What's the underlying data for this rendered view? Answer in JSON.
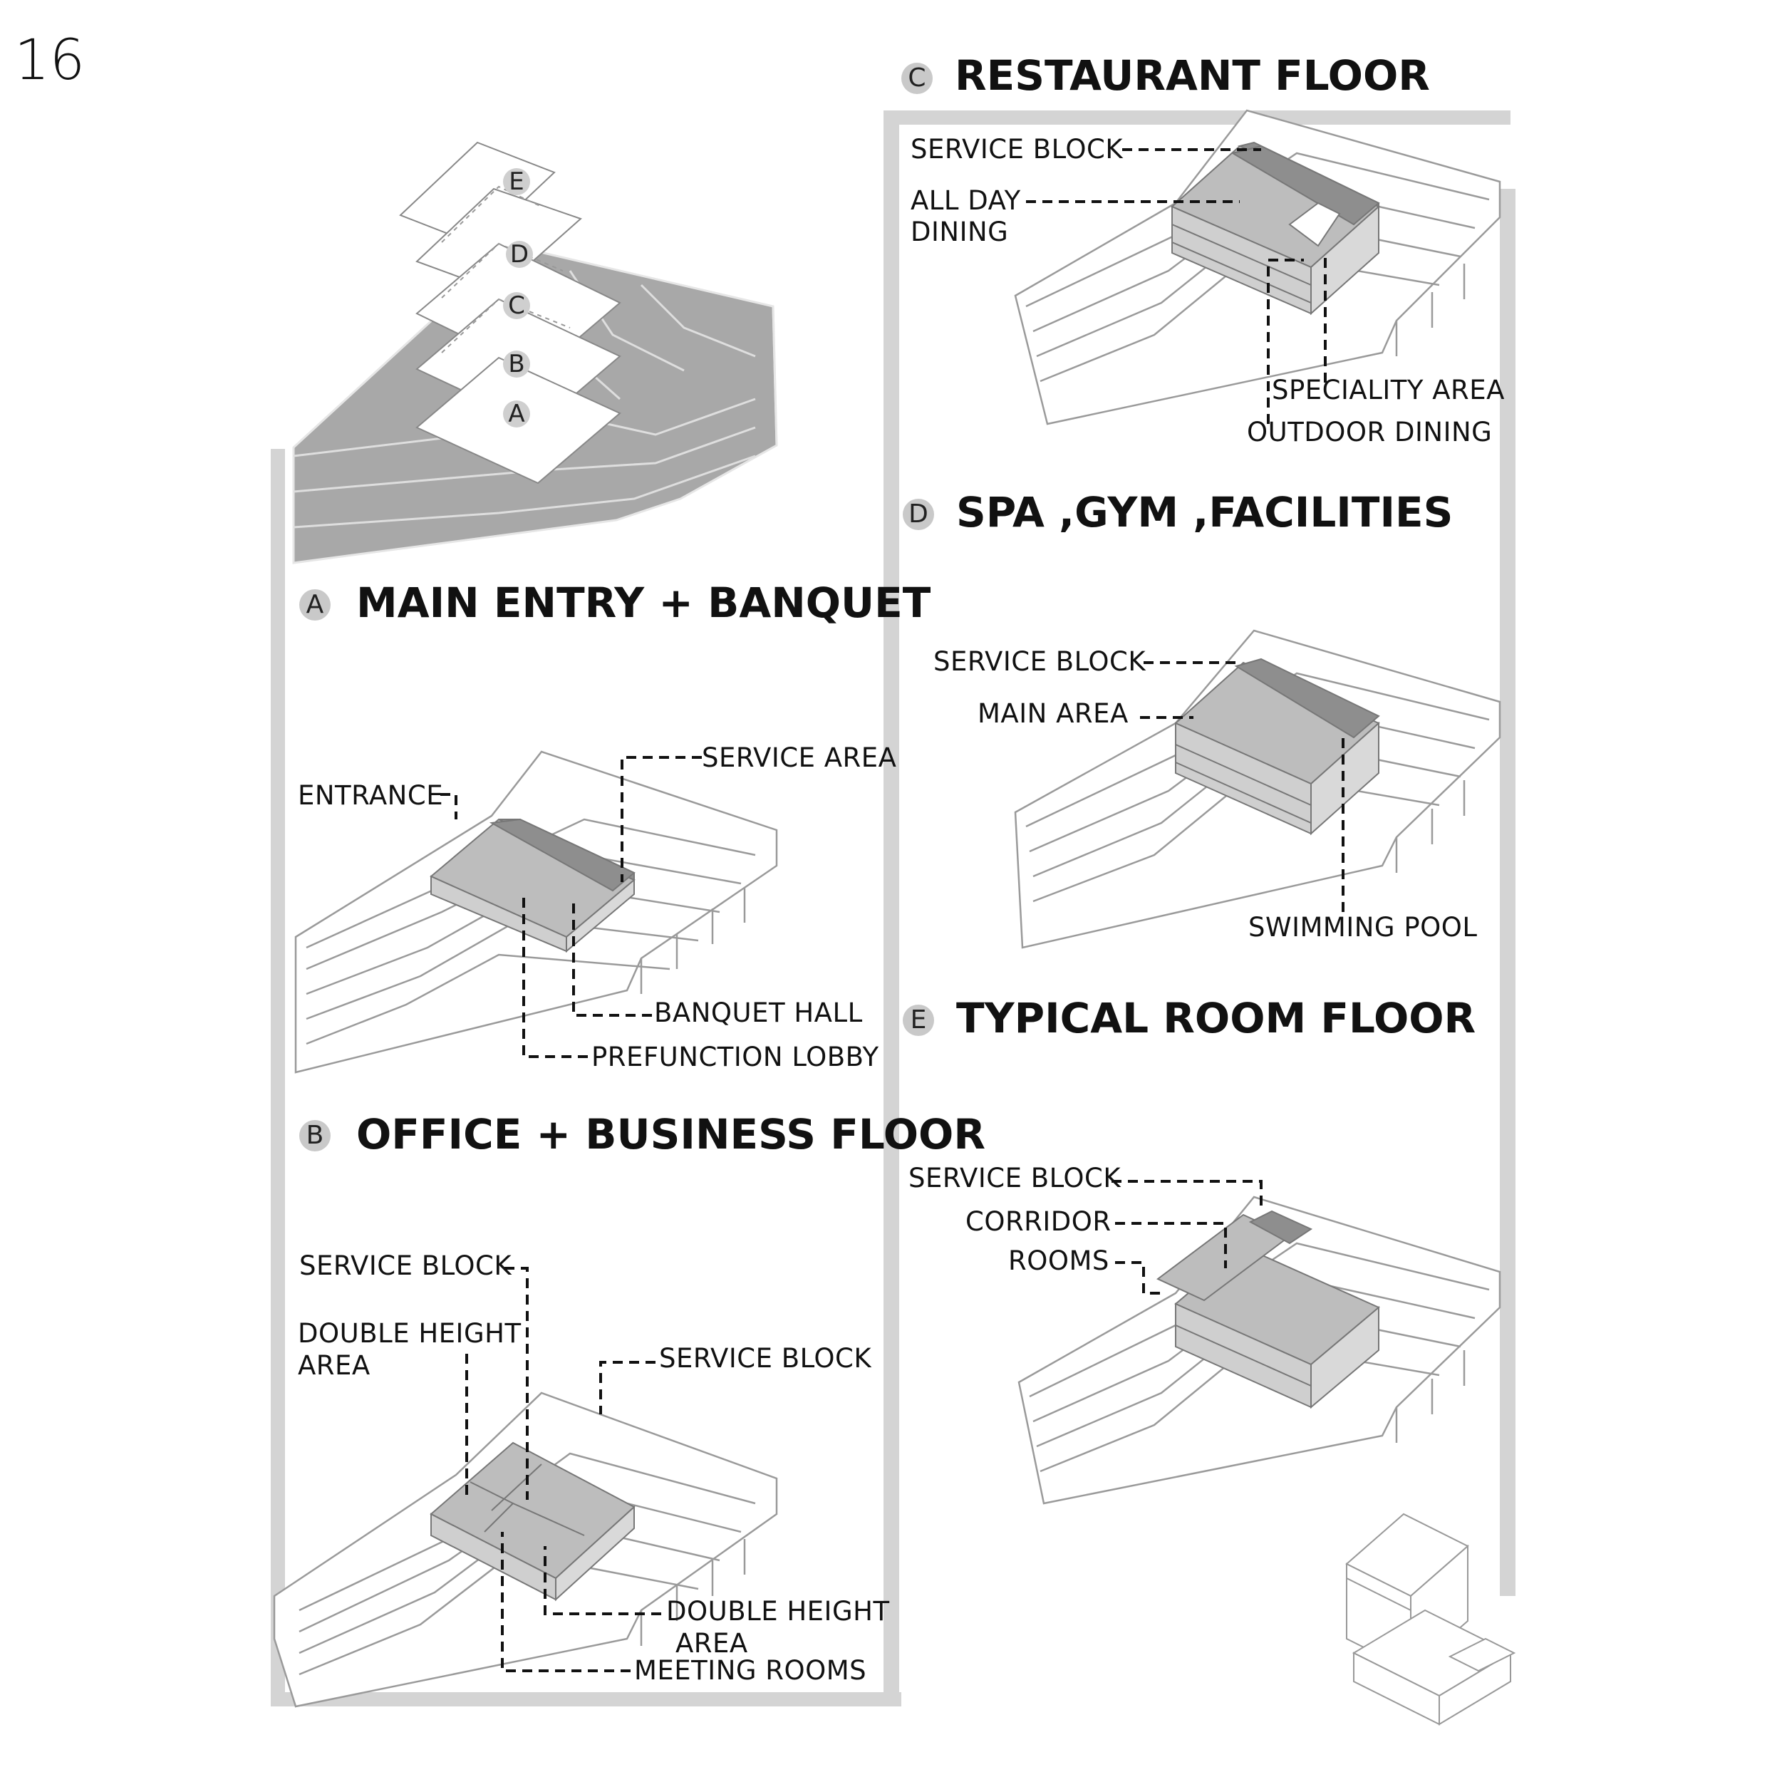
{
  "page_number": "16",
  "levels": [
    "E",
    "D",
    "C",
    "B",
    "A"
  ],
  "sections": {
    "a": {
      "badge": "A",
      "title": "MAIN ENTRY + BANQUET",
      "labels": {
        "service_area": "SERVICE AREA",
        "entrance": "ENTRANCE",
        "banquet_hall": "BANQUET HALL",
        "prefunction_lobby": "PREFUNCTION LOBBY"
      }
    },
    "b": {
      "badge": "B",
      "title": "OFFICE + BUSINESS FLOOR",
      "labels": {
        "service_block_1": "SERVICE BLOCK",
        "double_height_1a": "DOUBLE HEIGHT",
        "double_height_1b": "AREA",
        "service_block_2": "SERVICE BLOCK",
        "double_height_2a": "DOUBLE HEIGHT",
        "double_height_2b": "AREA",
        "meeting_rooms": "MEETING ROOMS"
      }
    },
    "c": {
      "badge": "C",
      "title": "RESTAURANT FLOOR",
      "labels": {
        "service_block": "SERVICE BLOCK",
        "all_day_a": "ALL DAY",
        "all_day_b": "DINING",
        "speciality_area": "SPECIALITY AREA",
        "outdoor_dining": "OUTDOOR DINING"
      }
    },
    "d": {
      "badge": "D",
      "title": "SPA ,GYM ,FACILITIES",
      "labels": {
        "service_block": "SERVICE BLOCK",
        "main_area": "MAIN AREA",
        "swimming_pool": "SWIMMING POOL"
      }
    },
    "e": {
      "badge": "E",
      "title": "TYPICAL ROOM FLOOR",
      "labels": {
        "service_block": "SERVICE BLOCK",
        "corridor": "CORRIDOR",
        "rooms": "ROOMS"
      }
    }
  },
  "colors": {
    "frame": "#d4d4d4",
    "slab": "#bdbdbd",
    "service": "#8e8e8e",
    "terrain_fill": "#a8a8a8",
    "line": "#9a9a9a",
    "leader": "#111111"
  }
}
